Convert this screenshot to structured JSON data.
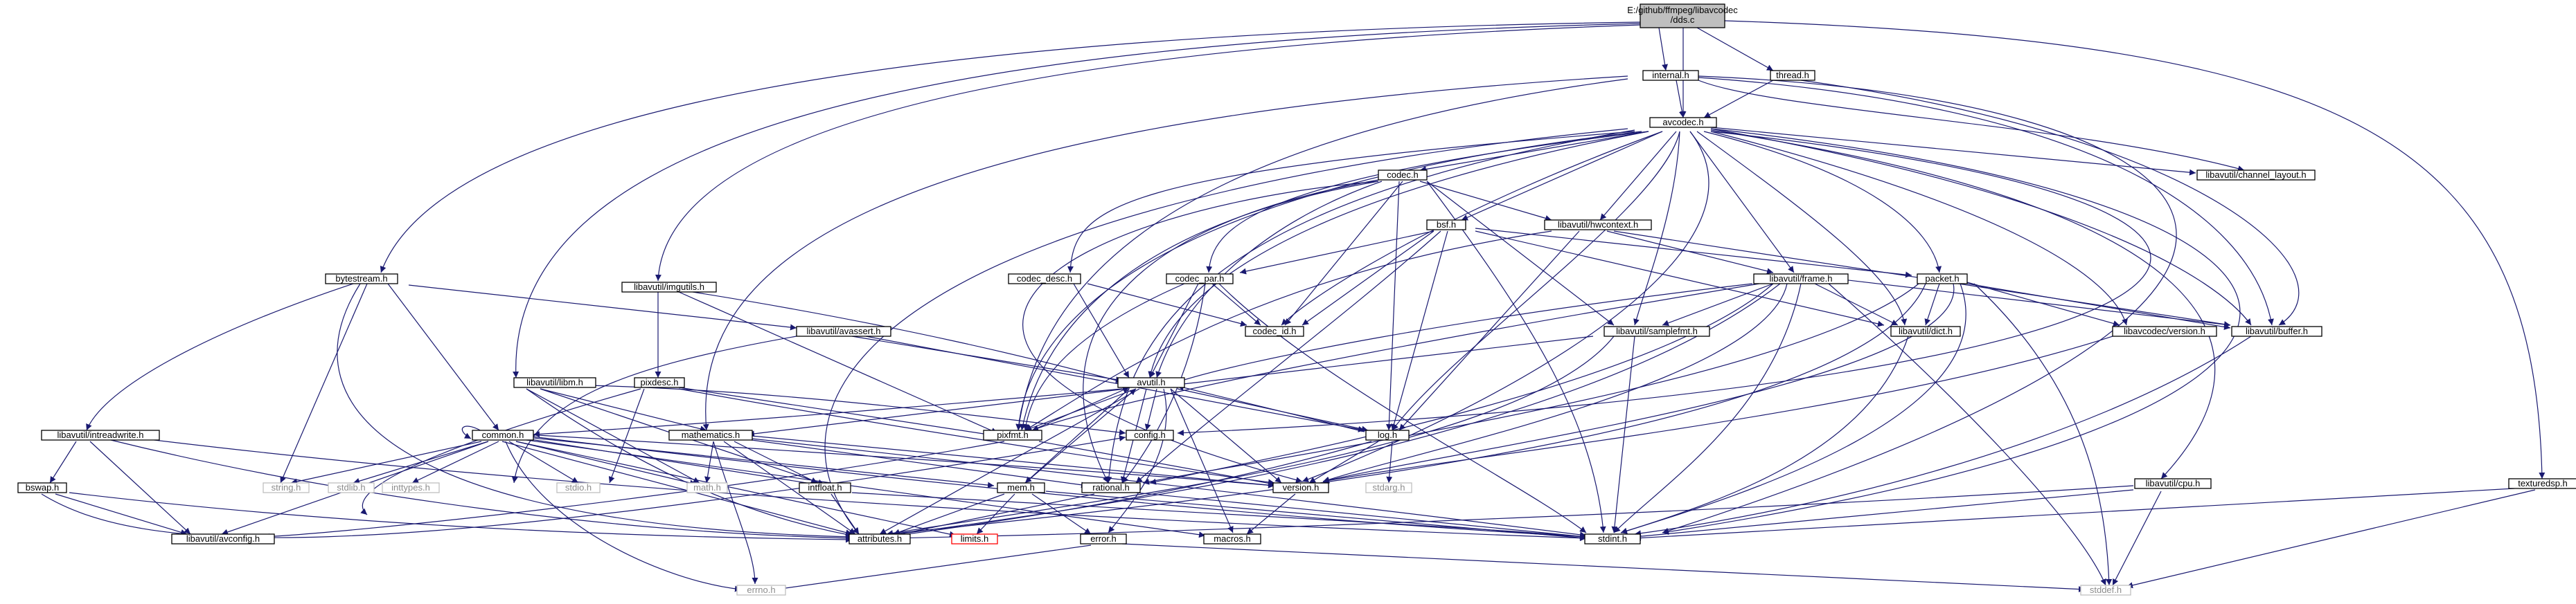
{
  "nodes": {
    "root": {
      "line1": "E:/github/ffmpeg/libavcodec",
      "line2": "/dds.c"
    },
    "internal_h": "internal.h",
    "thread_h": "thread.h",
    "avcodec_h": "avcodec.h",
    "bytestream_h": "bytestream.h",
    "imgutils_h": "libavutil/imgutils.h",
    "libm_h": "libavutil/libm.h",
    "texturedsp_h": "texturedsp.h",
    "codec_h": "codec.h",
    "channel_layout_h": "libavutil/channel_layout.h",
    "hwcontext_h": "libavutil/hwcontext.h",
    "bsf_h": "bsf.h",
    "codec_desc_h": "codec_desc.h",
    "codec_par_h": "codec_par.h",
    "packet_h": "packet.h",
    "frame_h": "libavutil/frame.h",
    "avassert_h": "libavutil/avassert.h",
    "samplefmt_h": "libavutil/samplefmt.h",
    "dict_h": "libavutil/dict.h",
    "version_codec_h": "libavcodec/version.h",
    "buffer_h": "libavutil/buffer.h",
    "codec_id_h": "codec_id.h",
    "avutil_h": "avutil.h",
    "pixdesc_h": "pixdesc.h",
    "intreadwrite_h": "libavutil/intreadwrite.h",
    "pixfmt_h": "pixfmt.h",
    "config_h": "config.h",
    "log_h": "log.h",
    "common_h": "common.h",
    "mathematics_h": "mathematics.h",
    "string_h": "string.h",
    "stdlib_h": "stdlib.h",
    "inttypes_h": "inttypes.h",
    "stdio_h": "stdio.h",
    "math_h": "math.h",
    "intfloat_h": "intfloat.h",
    "rational_h": "rational.h",
    "version_h": "version.h",
    "stdarg_h": "stdarg.h",
    "cpu_h": "libavutil/cpu.h",
    "bswap_h": "bswap.h",
    "mem_h": "mem.h",
    "avconfig_h": "libavutil/avconfig.h",
    "attributes_h": "attributes.h",
    "limits_h": "limits.h",
    "error_h": "error.h",
    "macros_h": "macros.h",
    "stdint_h": "stdint.h",
    "errno_h": "errno.h",
    "stddef_h": "stddef.h"
  },
  "colors": {
    "edge": "#191970",
    "root_fill": "#bfbfbf",
    "system_header_border": "#bfbfbf",
    "missing_header_border": "#ff0000"
  }
}
